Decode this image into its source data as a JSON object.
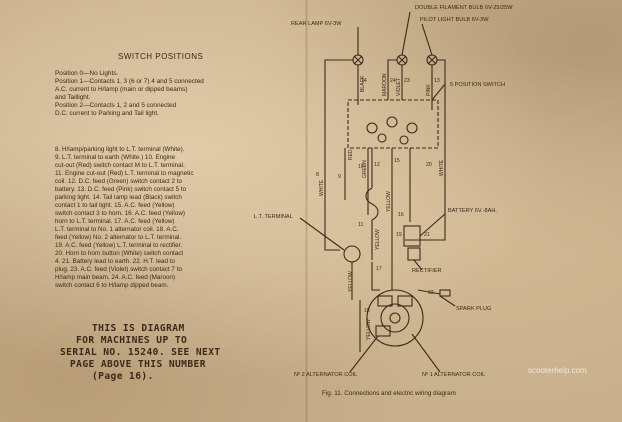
{
  "switch_positions": {
    "title": "SWITCH POSITIONS",
    "lines": [
      "Position 0—No Lights.",
      "Position 1—Contacts 1, 3 (6 or 7) 4 and 5 connected",
      "A.C. current to H/lamp (main or dipped beams)",
      "and Taillight.",
      "Position 2—Contacts 1, 2 and 5 connected",
      "D.C. current to Parking and Tail light."
    ]
  },
  "legend_lines": [
    "8. H/lamp/parking light to L.T. terminal (White).",
    "9. L.T. terminal to earth (White.)   10. Engine",
    "cut-out (Red) switch contact M to L.T. terminal.",
    "11. Engine cut-out (Red) L.T. terminal to magnetic",
    "coil.  12. D.C. feed (Green) switch contact 2 to",
    "battery.  13. D.C. feed (Pink) switch contact 5 to",
    "parking light.  14. Tail lamp lead (Black) switch",
    "contact 1 to tail light.  15. A.C. feed (Yellow)",
    "switch contact 3 to horn.   16. A.C. feed (Yellow)",
    "horn to L.T. terminal.  17. A.C. feed (Yellow)",
    "L.T. terminal to No. 1 alternator coil.  18. A.C.",
    "feed (Yellow) No. 2 alternator to L.T. terminal.",
    "19. A.C. feed (Yellow) L.T. terminal to rectifier.",
    "20. Horn to horn button (White) switch contact",
    "4.  21. Battery lead to earth.   22. H.T. lead to",
    "plug.  23. A.C. feed (Violet) switch contact 7 to",
    "H/lamp main beam.  24. A.C. feed (Maroon)",
    "switch contact 6 to H/lamp dipped beam."
  ],
  "notice_lines": [
    "THIS IS DIAGRAM",
    "FOR MACHINES UP TO",
    "SERIAL NO. 15240.  SEE NEXT",
    "PAGE ABOVE THIS NUMBER",
    "(Page 16)."
  ],
  "diagram_labels": {
    "rear_lamp": "REAR LAMP 6V-3W",
    "double_filament_bulb": "DOUBLE FILAMENT BULB 6V-25/25W",
    "pilot_light_bulb": "PILOT LIGHT BULB 6V-3W",
    "switch": "5 POSITION SWITCH",
    "battery": "BATTERY 6V.-8AH.",
    "rectifier": "RECTIFIER",
    "lt_terminal": "L.T. TERMINAL",
    "spark_plug": "SPARK PLUG",
    "alt_coil_2": "Nº 2 ALTERNATOR COIL",
    "alt_coil_1": "Nº 1 ALTERNATOR COIL"
  },
  "wire_labels": {
    "black": "BLACK",
    "maroon": "MAROON",
    "violet": "VIOLET",
    "pink": "PINK",
    "green": "GREEN",
    "red": "RED",
    "white_left": "WHITE",
    "white_right": "WHITE",
    "yellow_1": "YELLOW",
    "yellow_2": "YELLOW",
    "yellow_3": "YELLOW",
    "yellow_4": "YELLOW"
  },
  "wire_numbers": [
    "14",
    "24",
    "23",
    "13",
    "12",
    "10",
    "9",
    "8",
    "15",
    "20",
    "11",
    "19",
    "17",
    "18",
    "16",
    "21",
    "22"
  ],
  "caption": "Fig. 11.  Connections and electric wiring diagram",
  "watermark": "scooterhelp.com"
}
